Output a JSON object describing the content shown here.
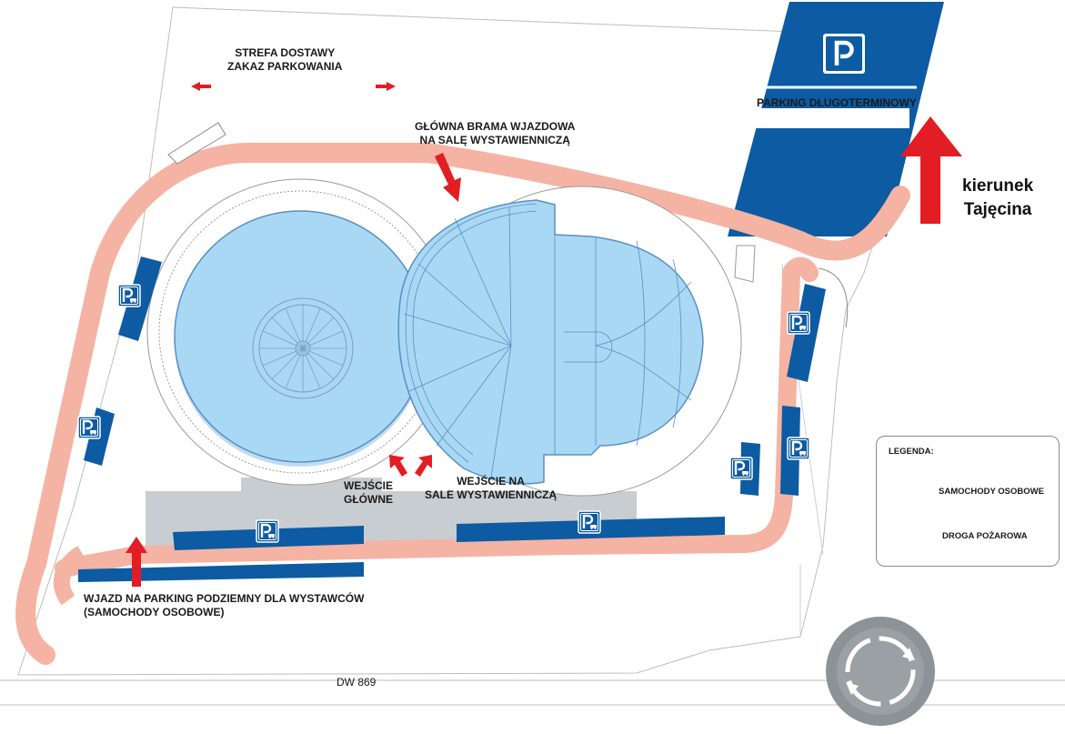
{
  "labels": {
    "delivery_zone": [
      "STREFA DOSTAWY",
      "ZAKAZ PARKOWANIA"
    ],
    "main_gate": [
      "GŁÓWNA BRAMA WJAZDOWA",
      "NA SALĘ WYSTAWIENNICZĄ"
    ],
    "long_term_parking": "PARKING DŁUGOTERMINOWY",
    "direction": [
      "kierunek",
      "Tajęcina"
    ],
    "main_entrance": [
      "WEJŚCIE",
      "GŁÓWNE"
    ],
    "hall_entrance": [
      "WEJŚCIE NA",
      "SALE WYSTAWIENNICZĄ"
    ],
    "underground_entry": [
      "WJAZD NA PARKING PODZIEMNY DLA WYSTAWCÓW",
      "(SAMOCHODY OSOBOWE)"
    ],
    "road_name": "DW 869"
  },
  "legend": {
    "title": "LEGENDA:",
    "items": [
      {
        "icon": "parking-car-icon",
        "label": "SAMOCHODY OSOBOWE"
      },
      {
        "icon": "fire-road-swatch",
        "label": "DROGA POŻAROWA"
      }
    ]
  },
  "parking_sign_letter": "P",
  "colors": {
    "fire_road": "#f5b3a3",
    "parking_blue": "#0c5ba3",
    "building_fill": "#a9d8f5",
    "building_stroke": "#5a8fc0",
    "arrow_red": "#e21d23",
    "gray_area": "#c8cdd1"
  }
}
